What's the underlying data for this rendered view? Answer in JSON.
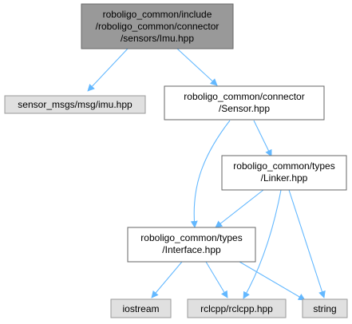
{
  "diagram": {
    "nodes": [
      {
        "id": "root",
        "lines": [
          "roboligo_common/include",
          "/roboligo_common/connector",
          "/sensors/Imu.hpp"
        ],
        "style": "root"
      },
      {
        "id": "imu",
        "lines": [
          "sensor_msgs/msg/imu.hpp"
        ],
        "style": "external"
      },
      {
        "id": "sensor",
        "lines": [
          "roboligo_common/connector",
          "/Sensor.hpp"
        ],
        "style": "internal"
      },
      {
        "id": "linker",
        "lines": [
          "roboligo_common/types",
          "/Linker.hpp"
        ],
        "style": "internal"
      },
      {
        "id": "interface",
        "lines": [
          "roboligo_common/types",
          "/Interface.hpp"
        ],
        "style": "internal"
      },
      {
        "id": "iostream",
        "lines": [
          "iostream"
        ],
        "style": "external"
      },
      {
        "id": "rclcpp",
        "lines": [
          "rclcpp/rclcpp.hpp"
        ],
        "style": "external"
      },
      {
        "id": "string",
        "lines": [
          "string"
        ],
        "style": "external"
      }
    ],
    "edges": [
      {
        "from": "root",
        "to": "imu"
      },
      {
        "from": "root",
        "to": "sensor"
      },
      {
        "from": "sensor",
        "to": "interface"
      },
      {
        "from": "sensor",
        "to": "linker"
      },
      {
        "from": "linker",
        "to": "interface"
      },
      {
        "from": "linker",
        "to": "rclcpp"
      },
      {
        "from": "linker",
        "to": "string"
      },
      {
        "from": "interface",
        "to": "iostream"
      },
      {
        "from": "interface",
        "to": "rclcpp"
      },
      {
        "from": "interface",
        "to": "string"
      }
    ],
    "colors": {
      "root_fill": "#999999",
      "internal_fill": "#ffffff",
      "external_fill": "#e0e0e0",
      "external_stroke": "#999999",
      "box_stroke": "#666666",
      "edge": "#63b8ff"
    }
  }
}
